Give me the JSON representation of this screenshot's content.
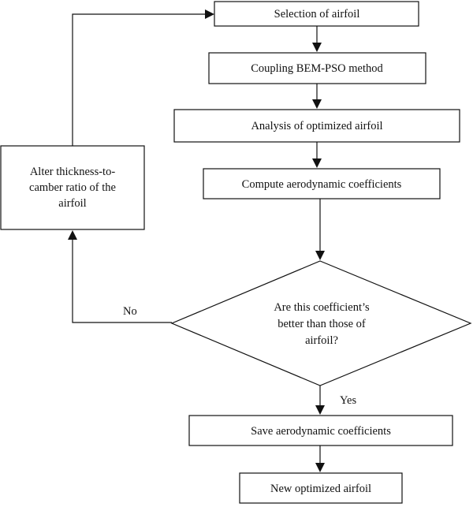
{
  "diagram": {
    "nodes": [
      {
        "id": "selection",
        "shape": "rect",
        "lines": [
          "Selection of airfoil"
        ]
      },
      {
        "id": "coupling",
        "shape": "rect",
        "lines": [
          "Coupling BEM-PSO method"
        ]
      },
      {
        "id": "analysis",
        "shape": "rect",
        "lines": [
          "Analysis of optimized airfoil"
        ]
      },
      {
        "id": "compute",
        "shape": "rect",
        "lines": [
          "Compute aerodynamic coefficients"
        ]
      },
      {
        "id": "decision",
        "shape": "diamond",
        "lines": [
          "Are this coefficient’s",
          "better than those of",
          "airfoil?"
        ]
      },
      {
        "id": "save",
        "shape": "rect",
        "lines": [
          "Save aerodynamic coefficients"
        ]
      },
      {
        "id": "new",
        "shape": "rect",
        "lines": [
          "New optimized airfoil"
        ]
      },
      {
        "id": "alter",
        "shape": "rect",
        "lines": [
          "Alter thickness-to-",
          "camber ratio of the",
          "airfoil"
        ]
      }
    ],
    "edges": [
      {
        "from": "selection",
        "to": "coupling",
        "label": ""
      },
      {
        "from": "coupling",
        "to": "analysis",
        "label": ""
      },
      {
        "from": "analysis",
        "to": "compute",
        "label": ""
      },
      {
        "from": "compute",
        "to": "decision",
        "label": ""
      },
      {
        "from": "decision",
        "to": "save",
        "label": "Yes"
      },
      {
        "from": "save",
        "to": "new",
        "label": ""
      },
      {
        "from": "decision",
        "to": "alter",
        "label": "No"
      },
      {
        "from": "alter",
        "to": "selection",
        "label": ""
      }
    ]
  }
}
